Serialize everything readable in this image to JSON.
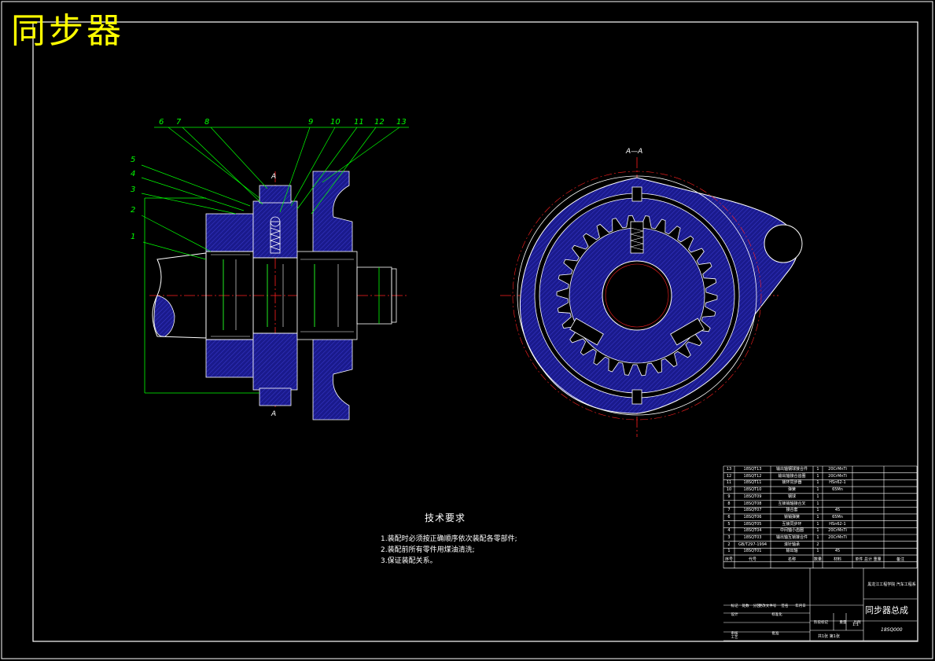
{
  "drawing": {
    "title": "同步器",
    "section_label": "A—A",
    "section_mark": "A",
    "callouts": [
      "1",
      "2",
      "3",
      "4",
      "5",
      "6",
      "7",
      "8",
      "9",
      "10",
      "11",
      "12",
      "13"
    ],
    "colors": {
      "background": "#000000",
      "frame": "#ffffff",
      "title": "#ffff00",
      "leader": "#00ff00",
      "hatch_fill": "#1a1a8c",
      "centerline": "#ff2020"
    }
  },
  "tech_requirements": {
    "heading": "技术要求",
    "items": [
      "1.装配时必须按正确顺序依次装配各零部件;",
      "2.装配前所有零件用煤油清洗;",
      "3.保证装配关系。"
    ]
  },
  "bom": {
    "header": [
      "序号",
      "代号",
      "名称",
      "数量",
      "材料",
      "单件 总计 重量",
      "备注"
    ],
    "rows": [
      [
        "13",
        "18SQT13",
        "输出轴钢球接合件",
        "1",
        "20CrMnTi",
        "",
        ""
      ],
      [
        "12",
        "18SQT12",
        "输出轴接合齿圈",
        "1",
        "20CrMnTi",
        "",
        ""
      ],
      [
        "11",
        "18SQT11",
        "锁环同步器",
        "1",
        "HSn62-1",
        "",
        ""
      ],
      [
        "10",
        "18SQT10",
        "弹簧",
        "1",
        "65Mn",
        "",
        ""
      ],
      [
        "9",
        "18SQT09",
        "钢球",
        "1",
        "",
        "",
        ""
      ],
      [
        "8",
        "18SQT08",
        "互锁销轴接合叉",
        "1",
        "",
        "",
        ""
      ],
      [
        "7",
        "18SQT07",
        "接合套",
        "1",
        "45",
        "",
        ""
      ],
      [
        "6",
        "18SQT06",
        "锁销弹簧",
        "1",
        "65Mn",
        "",
        ""
      ],
      [
        "5",
        "18SQT05",
        "互锁同步环",
        "1",
        "HSn62-1",
        "",
        ""
      ],
      [
        "4",
        "18SQT04",
        "中间轴小齿圈",
        "1",
        "20CrMnTi",
        "",
        ""
      ],
      [
        "3",
        "18SQT03",
        "输出轴互锁接合件",
        "1",
        "20CrMnTi",
        "",
        ""
      ],
      [
        "2",
        "GB/T297-1994",
        "滚针轴承",
        "2",
        "",
        "",
        ""
      ],
      [
        "1",
        "18SQT01",
        "输出轴",
        "1",
        "45",
        "",
        ""
      ]
    ],
    "title_block": {
      "school": "黑龙江工程学院 汽车工程系",
      "drawing_name": "同步器总成",
      "drawing_no": "18SQ000",
      "scale": "1:1",
      "sheet": "共1张 第1张",
      "labels": [
        "标记",
        "处数",
        "分区",
        "更改文件号",
        "签名",
        "年月日",
        "设计",
        "标准化",
        "阶段标记",
        "重量",
        "比例",
        "审核",
        "工艺",
        "批准"
      ]
    }
  }
}
